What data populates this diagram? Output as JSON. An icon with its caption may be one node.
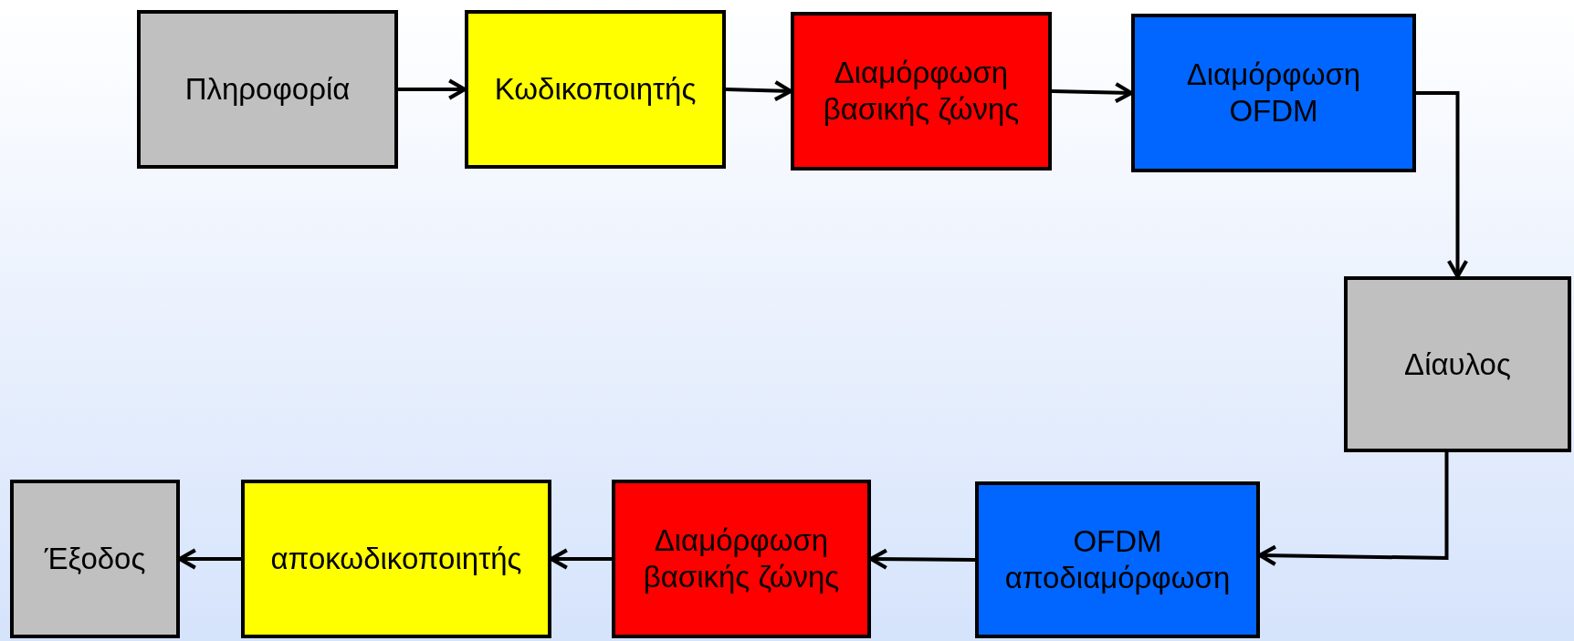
{
  "diagram": {
    "nodes": [
      {
        "text": [
          "Πληροφορία"
        ]
      },
      {
        "text": [
          "Κωδικοποιητής"
        ]
      },
      {
        "text": [
          "Διαμόρφωση βασικής ζώνης"
        ]
      },
      {
        "text": [
          "Διαμόρφωση OFDM"
        ]
      },
      {
        "text": [
          "Δίαυλος"
        ]
      },
      {
        "text": [
          "OFDM αποδιαμόρφωση"
        ]
      },
      {
        "text": [
          "Διαμόρφωση βασικής ζώνης"
        ]
      },
      {
        "text": [
          "αποκωδικοποιητής"
        ]
      },
      {
        "text": [
          "Έξοδος"
        ]
      }
    ],
    "edges": [
      {
        "from": 0,
        "to": 1,
        "arrow": "to"
      },
      {
        "from": 1,
        "to": 2,
        "arrow": "to"
      },
      {
        "from": 2,
        "to": 3,
        "arrow": "to"
      },
      {
        "from": 3,
        "to": 4,
        "arrow": "to"
      },
      {
        "from": 4,
        "to": 5,
        "arrow": "to"
      },
      {
        "from": 5,
        "to": 6,
        "arrow": "to"
      },
      {
        "from": 6,
        "to": 7,
        "arrow": "to"
      },
      {
        "from": 7,
        "to": 8,
        "arrow": "to"
      }
    ]
  }
}
